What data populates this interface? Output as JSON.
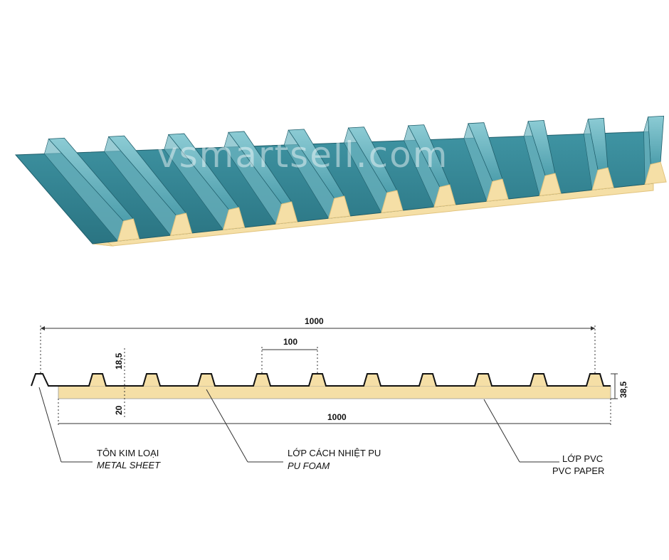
{
  "watermark": "vsmartsell.com",
  "dimensions": {
    "total_width_top": "1000",
    "total_width_bottom": "1000",
    "rib_pitch": "100",
    "rib_height": "18,5",
    "foam_thickness": "20",
    "total_height": "38,5"
  },
  "labels": {
    "metal_sheet_vi": "TÔN KIM LOẠI",
    "metal_sheet_en": "METAL SHEET",
    "pu_foam_vi": "LỚP CÁCH NHIỆT PU",
    "pu_foam_en": "PU FOAM",
    "pvc_vi": "LỚP PVC",
    "pvc_en": "PVC PAPER"
  },
  "colors": {
    "metal": "#2f7f8e",
    "metal_light": "#6fb6c2",
    "metal_dark": "#1f5f6c",
    "foam": "#f5dfa6",
    "foam_edge": "#e2c47f"
  }
}
